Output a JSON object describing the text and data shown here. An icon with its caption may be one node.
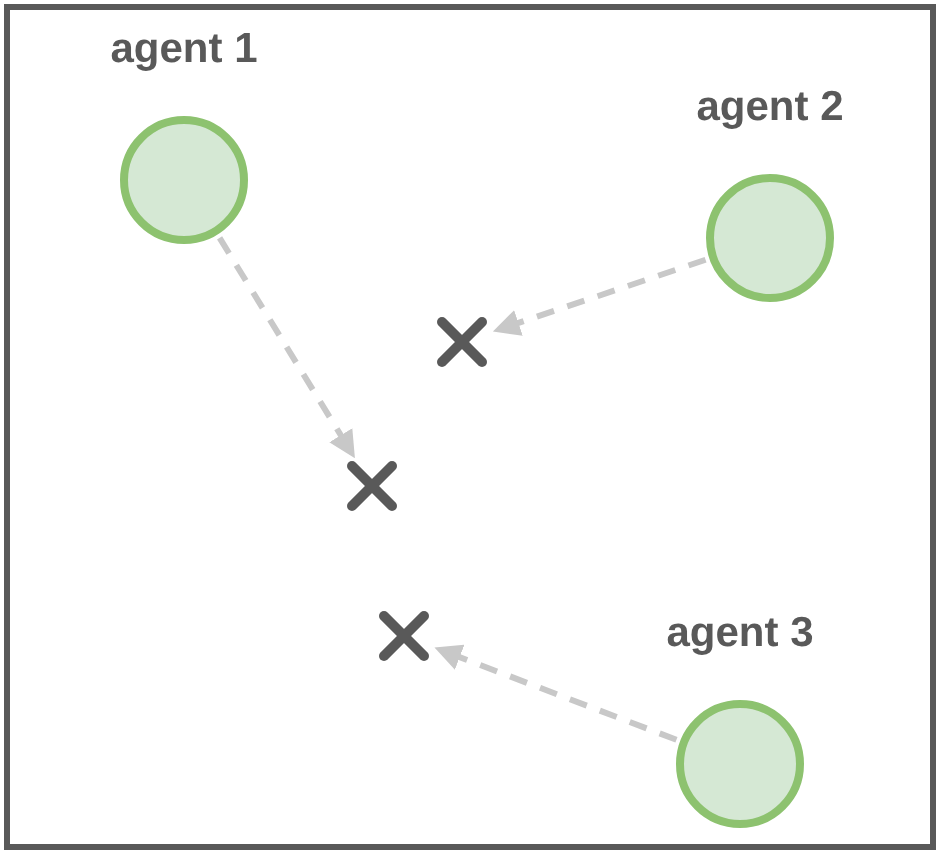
{
  "diagram": {
    "nodes": [
      {
        "text": [
          "agent 1"
        ]
      },
      {
        "text": [
          "agent 2"
        ]
      },
      {
        "text": [],
        "shape": "cross"
      },
      {
        "text": [],
        "shape": "cross"
      },
      {
        "text": [],
        "shape": "cross"
      },
      {
        "text": [
          "agent 3"
        ]
      }
    ],
    "edges": [
      {
        "from": 0,
        "to": 3,
        "arrow": "to",
        "style": "dashed"
      },
      {
        "from": 1,
        "to": 2,
        "arrow": "to",
        "style": "dashed"
      },
      {
        "from": 5,
        "to": 4,
        "arrow": "to",
        "style": "dashed"
      }
    ]
  }
}
